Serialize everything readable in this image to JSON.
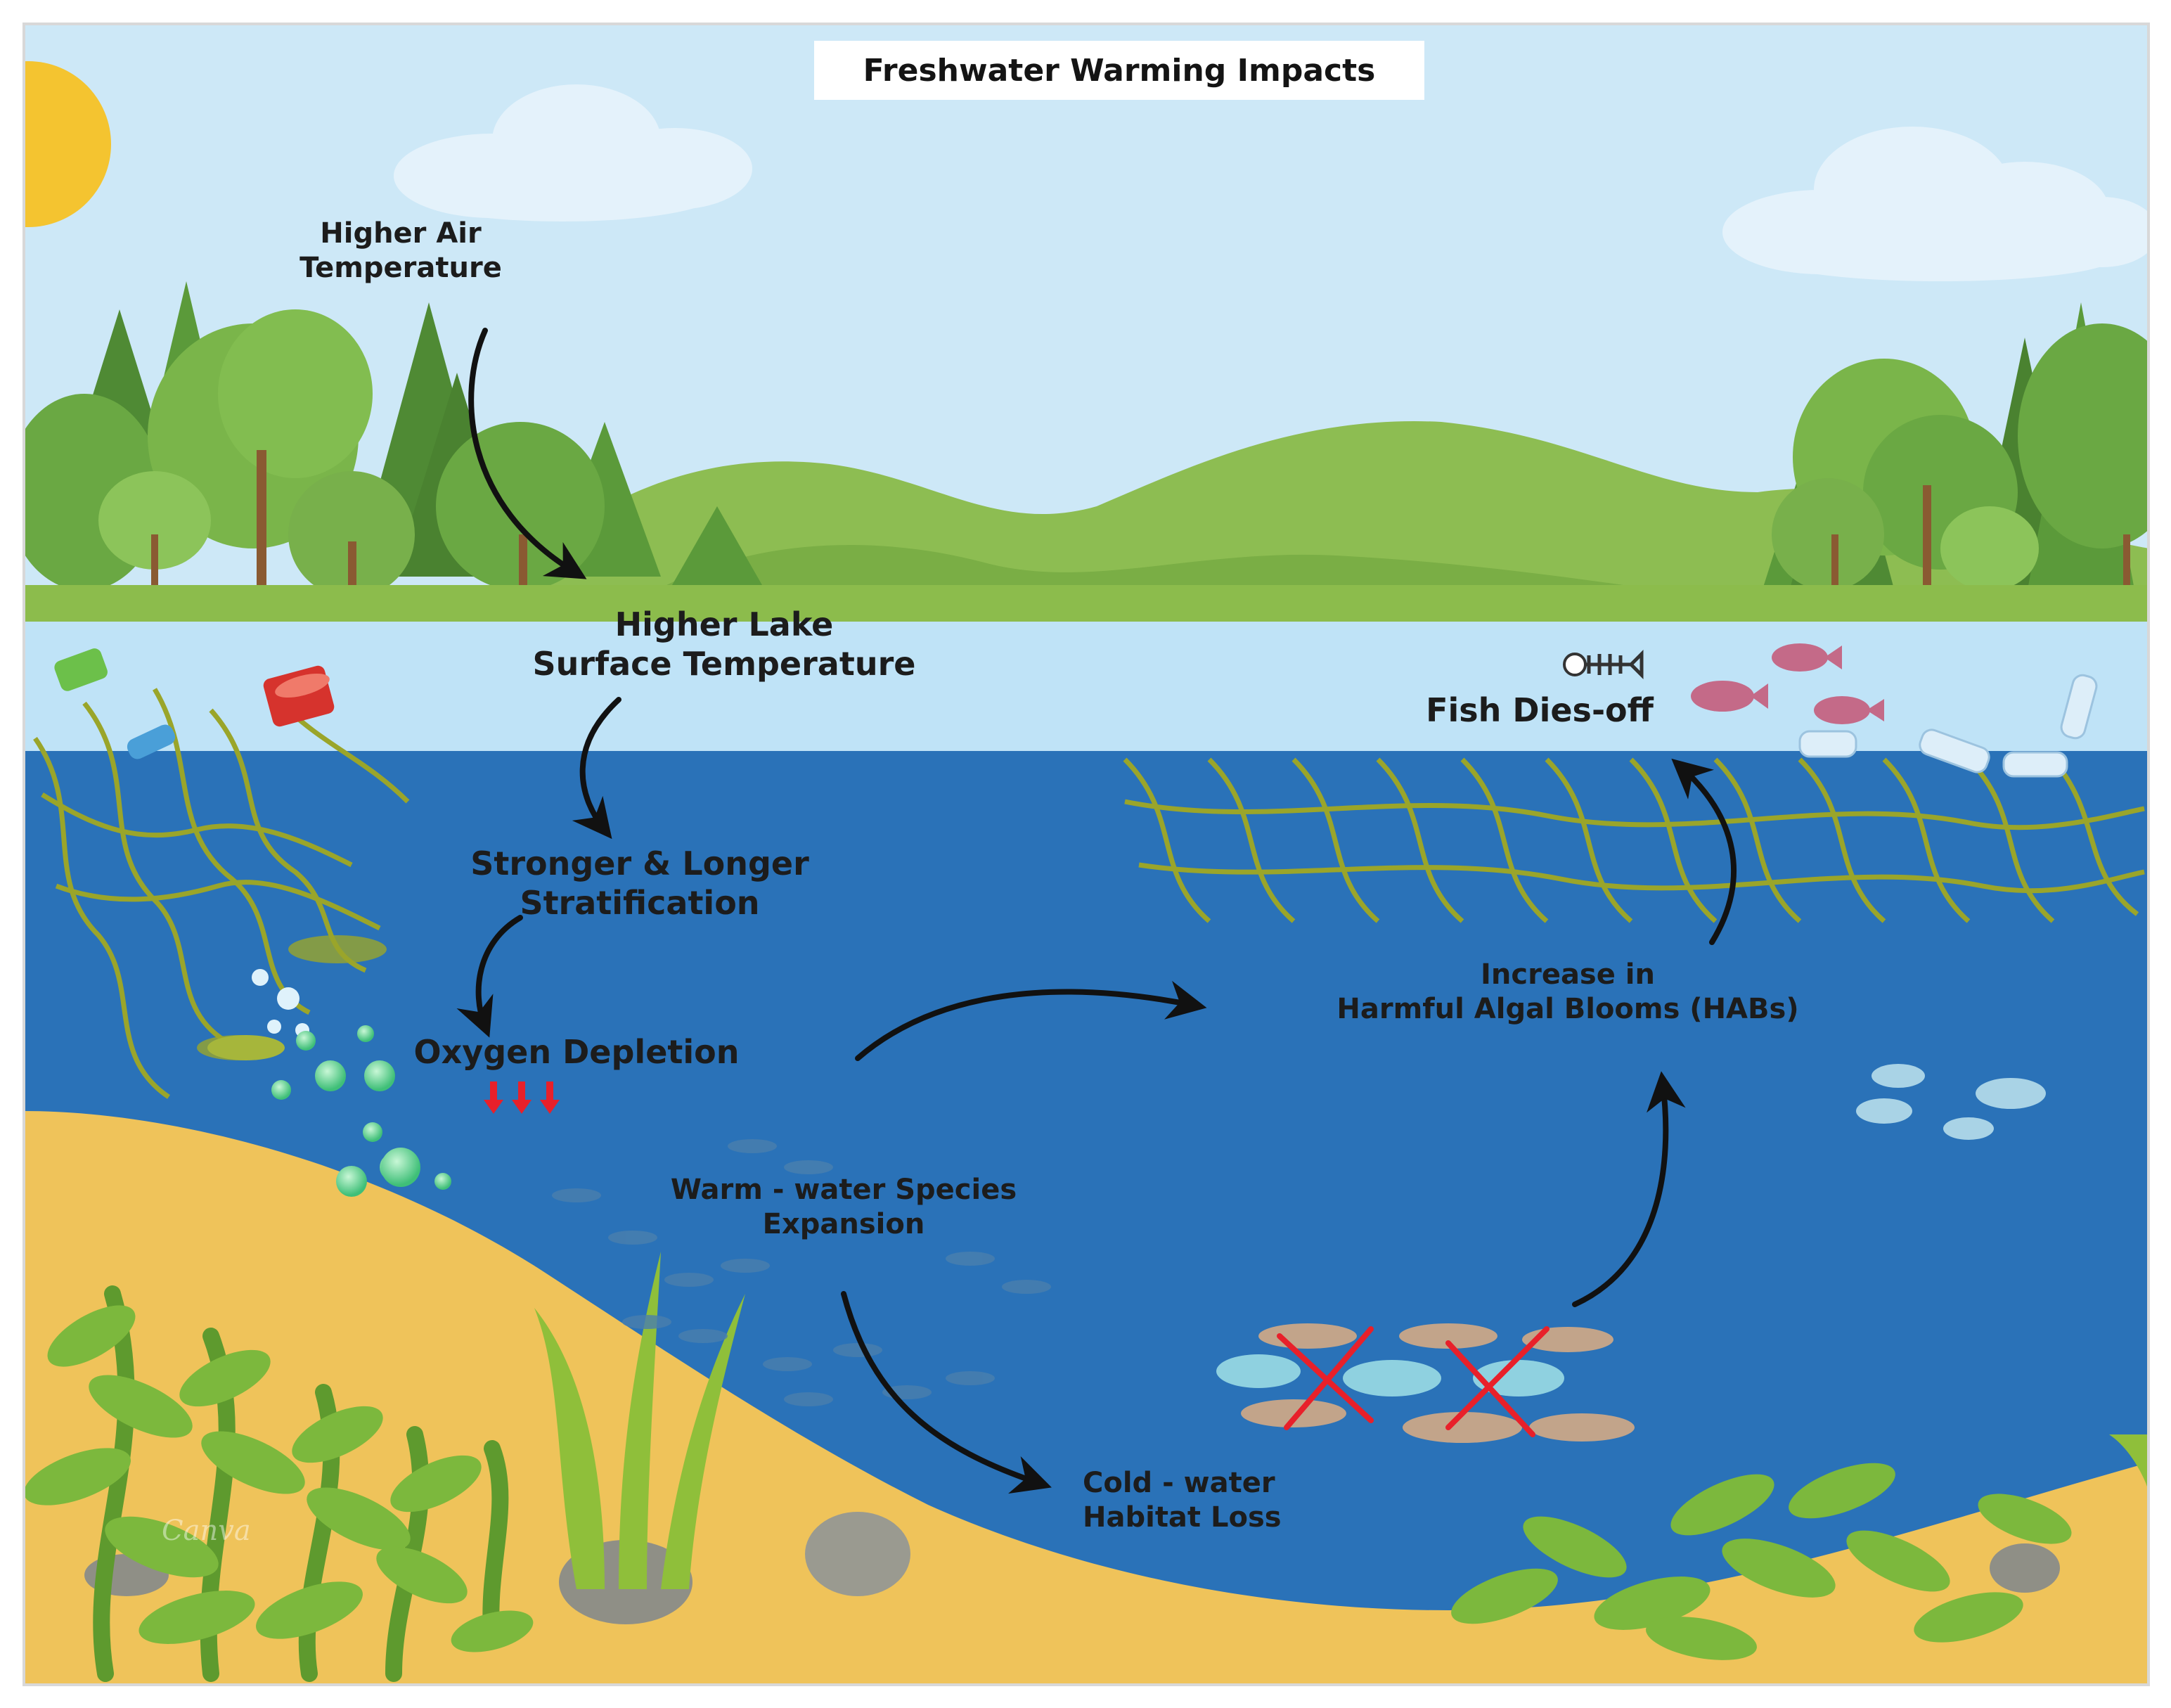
{
  "title": "Freshwater Warming Impacts",
  "nodes": {
    "air_temp": {
      "line1": "Higher Air",
      "line2": "Temperature"
    },
    "lake_temp": {
      "line1": "Higher Lake",
      "line2": "Surface Temperature"
    },
    "stratification": {
      "line1": "Stronger & Longer",
      "line2": "Stratification"
    },
    "oxygen": {
      "label": "Oxygen Depletion"
    },
    "warm_species": {
      "line1": "Warm - water Species",
      "line2": "Expansion"
    },
    "cold_habitat": {
      "line1": "Cold - water",
      "line2": "Habitat Loss"
    },
    "habs": {
      "line1": "Increase in",
      "line2": "Harmful Algal Blooms (HABs)"
    },
    "fish_die": {
      "label": "Fish Dies-off"
    }
  },
  "watermark": "Canva",
  "colors": {
    "sky": "#cde8f7",
    "grass": "#8cbc4c",
    "lake_surface": "#bfe3f7",
    "water": "#2a72b8",
    "sand": "#efc35a",
    "sun": "#f4c430",
    "oxygen_arrows": "#e8202a",
    "cross": "#e8202a"
  }
}
